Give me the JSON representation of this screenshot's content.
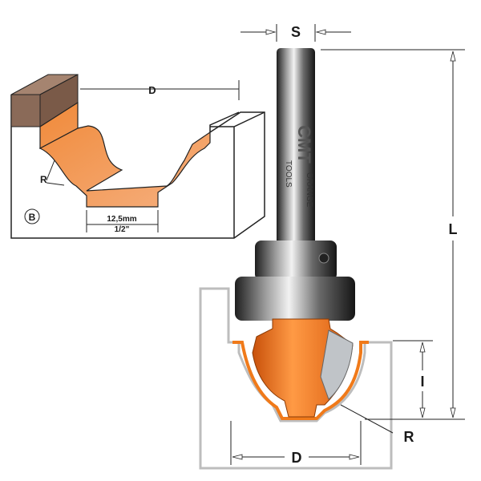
{
  "main_labels": {
    "shank_diameter": "S",
    "length": "L",
    "height": "I",
    "radius": "R",
    "diameter": "D"
  },
  "inset": {
    "diameter": "D",
    "radius": "R",
    "profile_badge": "B",
    "width_metric": "12,5mm",
    "width_imperial": "1/2\""
  },
  "shank_marking": {
    "brand": "CMT",
    "line1": "ORANGE",
    "line2": "TOOLS"
  },
  "colors": {
    "cutter_orange": "#f07a1a",
    "wood_brown": "#8a6a58",
    "steel": "#9aa0a6",
    "workpiece_outline": "#b8b8b8"
  }
}
